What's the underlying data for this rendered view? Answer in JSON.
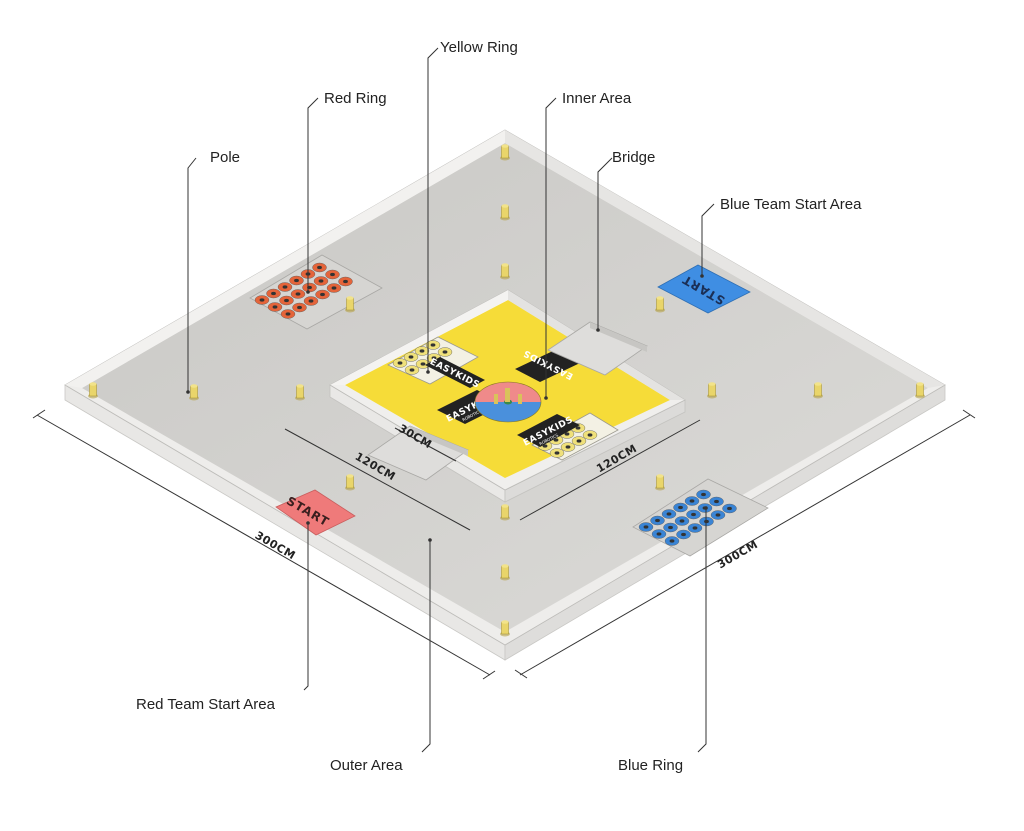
{
  "callouts": {
    "yellow_ring": "Yellow Ring",
    "red_ring": "Red Ring",
    "inner_area": "Inner Area",
    "pole": "Pole",
    "bridge": "Bridge",
    "blue_team_start_area": "Blue Team Start Area",
    "red_team_start_area": "Red Team Start Area",
    "outer_area": "Outer Area",
    "blue_ring": "Blue Ring"
  },
  "dimensions": {
    "outer_left": "300CM",
    "outer_right": "300CM",
    "inner_left": "120CM",
    "inner_right": "120CM",
    "bridge_width": "30CM"
  },
  "labels": {
    "start_red": "START",
    "start_blue": "START",
    "logo": "EASYKIDS",
    "logo_sub": "ROBOTICS"
  },
  "colors": {
    "outer_floor": "#d6d5d2",
    "wall": "#ebeae8",
    "inner_floor": "#f6dc38",
    "red_start": "#ef7a7a",
    "blue_start": "#3f8ee3",
    "red_ring": "#e4643a",
    "blue_ring": "#3a84d4",
    "yellow_ring": "#efe07a",
    "pole": "#e9d56a"
  }
}
